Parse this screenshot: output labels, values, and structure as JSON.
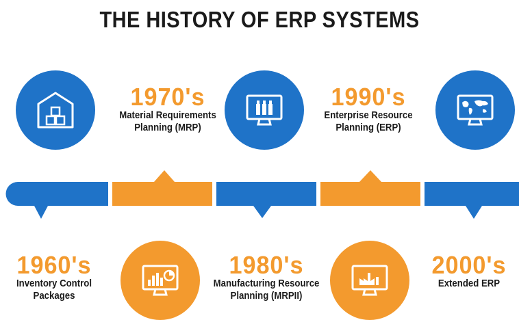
{
  "title": "THE HISTORY OF ERP SYSTEMS",
  "colors": {
    "blue": "#1f73c8",
    "orange": "#f39a2e",
    "text": "#1a1a1a"
  },
  "eras": [
    {
      "year": "1960's",
      "lines": [
        "Inventory Control",
        "Packages"
      ],
      "icon": "warehouse-icon",
      "color": "blue"
    },
    {
      "year": "1970's",
      "lines": [
        "Material Requirements",
        "Planning (MRP)"
      ],
      "icon": "monitor-bottles-icon",
      "color": "blue"
    },
    {
      "year": "1980's",
      "lines": [
        "Manufacturing Resource",
        "Planning (MRPII)"
      ],
      "icon": "monitor-chart-icon",
      "color": "orange"
    },
    {
      "year": "1990's",
      "lines": [
        "Enterprise Resource",
        "Planning (ERP)"
      ],
      "icon": "monitor-factory-icon",
      "color": "orange"
    },
    {
      "year": "2000's",
      "lines": [
        "Extended ERP"
      ],
      "icon": "monitor-world-map-icon",
      "color": "blue"
    }
  ]
}
